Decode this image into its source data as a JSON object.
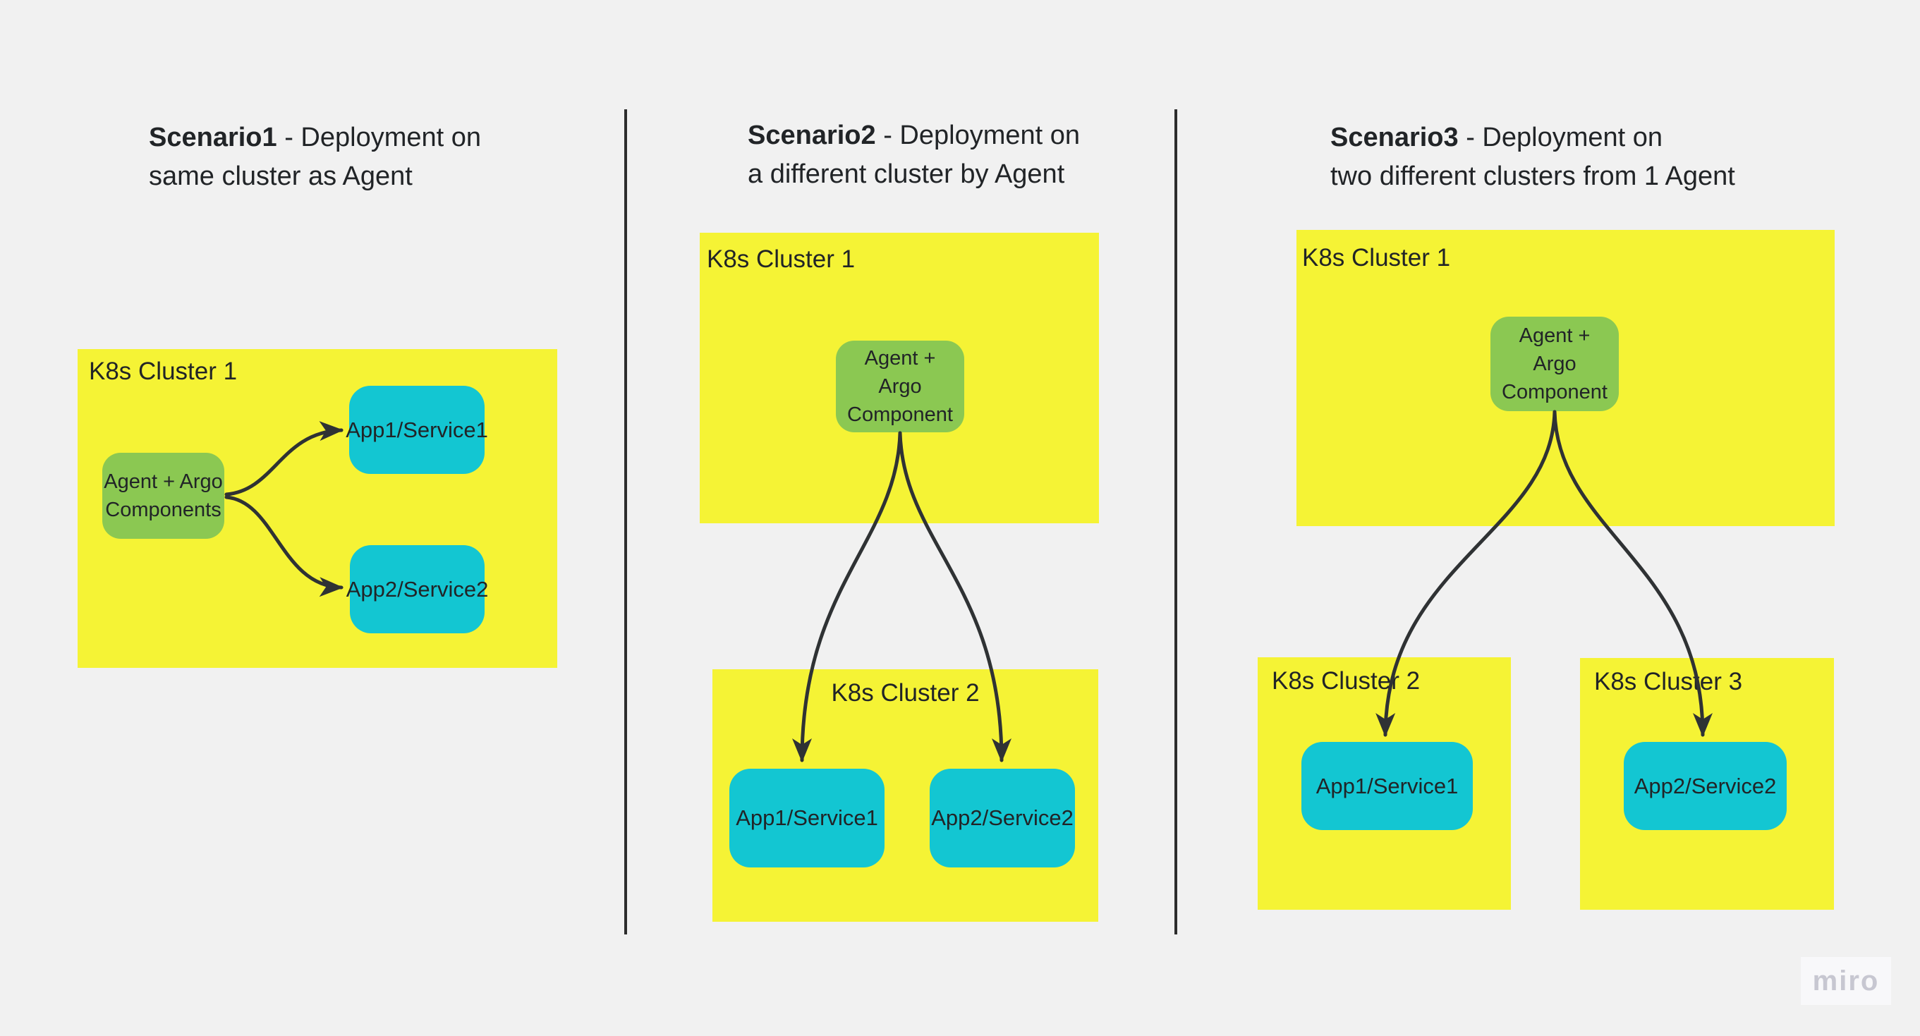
{
  "titles": {
    "s1": {
      "bold": "Scenario1",
      "rest": " - Deployment on",
      "line2": "same cluster as Agent"
    },
    "s2": {
      "bold": "Scenario2",
      "rest": " - Deployment on",
      "line2": "a different cluster by Agent"
    },
    "s3": {
      "bold": "Scenario3",
      "rest": " - Deployment on",
      "line2": "two different clusters from 1 Agent"
    }
  },
  "s1": {
    "cluster1": "K8s Cluster 1",
    "agent": "Agent + Argo\nComponents",
    "app1": "App1/Service1",
    "app2": "App2/Service2"
  },
  "s2": {
    "cluster1": "K8s Cluster 1",
    "cluster2": "K8s Cluster 2",
    "agent": "Agent +\nArgo\nComponent",
    "app1": "App1/Service1",
    "app2": "App2/Service2"
  },
  "s3": {
    "cluster1": "K8s Cluster 1",
    "cluster2": "K8s Cluster 2",
    "cluster3": "K8s Cluster 3",
    "agent": "Agent +\nArgo\nComponent",
    "app1": "App1/Service1",
    "app2": "App2/Service2"
  },
  "watermark": {
    "label": "miro"
  },
  "colors": {
    "background": "#f1f1f1",
    "sticky_yellow": "#f5f335",
    "agent_green": "#8bc852",
    "app_cyan": "#13c6d2",
    "arrow": "#2f3234",
    "divider": "#2d2d2d",
    "text_color": "#212427",
    "watermark_bg": "#f8f8fa",
    "watermark_text": "#c7c7d1"
  }
}
